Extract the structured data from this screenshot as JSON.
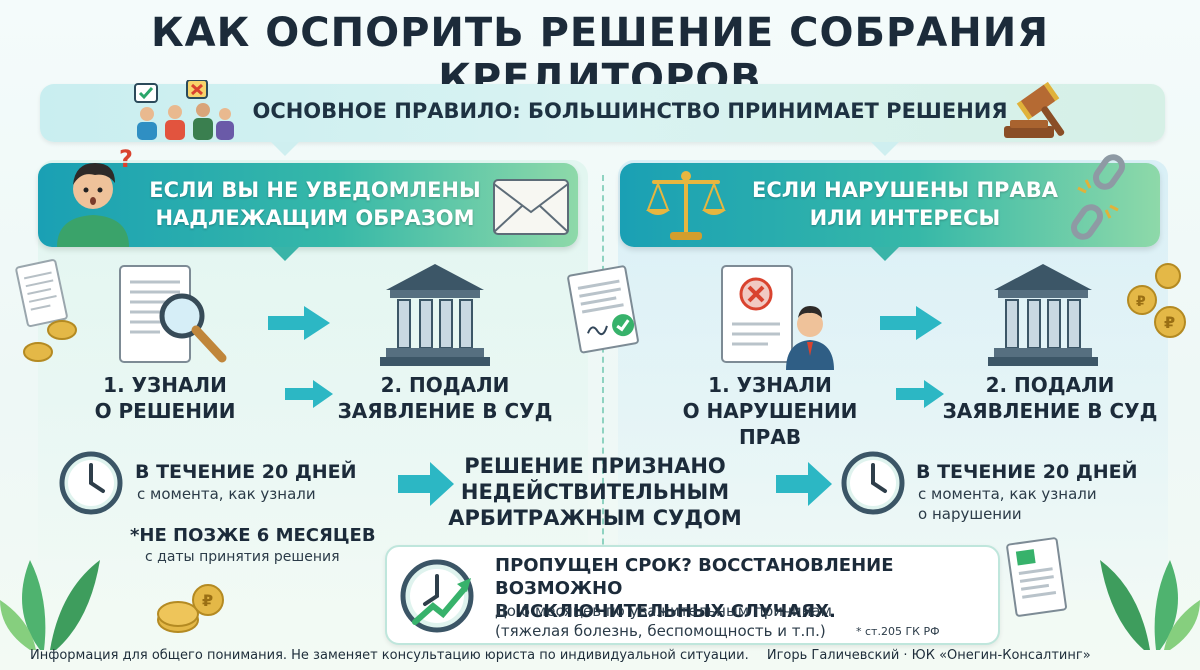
{
  "title": "КАК ОСПОРИТЬ РЕШЕНИЕ СОБРАНИЯ КРЕДИТОРОВ",
  "rule": "ОСНОВНОЕ ПРАВИЛО: БОЛЬШИНСТВО ПРИНИМАЕТ РЕШЕНИЯ",
  "left": {
    "banner_line1": "ЕСЛИ ВЫ НЕ УВЕДОМЛЕНЫ",
    "banner_line2": "НАДЛЕЖАЩИМ ОБРАЗОМ",
    "step1_line1": "1. УЗНАЛИ",
    "step1_line2": "О РЕШЕНИИ",
    "step2_line1": "2. ПОДАЛИ",
    "step2_line2": "ЗАЯВЛЕНИЕ В СУД",
    "deadline_title": "В ТЕЧЕНИЕ 20 ДНЕЙ",
    "deadline_sub": "с момента, как узнали",
    "limit_title": "*НЕ ПОЗЖЕ 6 МЕСЯЦЕВ",
    "limit_sub": "с даты принятия решения"
  },
  "right": {
    "banner_line1": "ЕСЛИ НАРУШЕНЫ ПРАВА",
    "banner_line2": "ИЛИ ИНТЕРЕСЫ",
    "step1_line1": "1. УЗНАЛИ",
    "step1_line2": "О НАРУШЕНИИ ПРАВ",
    "step2_line1": "2. ПОДАЛИ",
    "step2_line2": "ЗАЯВЛЕНИЕ В СУД",
    "deadline_title": "В ТЕЧЕНИЕ 20 ДНЕЙ",
    "deadline_sub1": "с момента, как узнали",
    "deadline_sub2": "о нарушении"
  },
  "result": {
    "line1": "РЕШЕНИЕ ПРИЗНАНО",
    "line2": "НЕДЕЙСТВИТЕЛЬНЫМ",
    "line3": "АРБИТРАЖНЫМ СУДОМ"
  },
  "note": {
    "title1": "ПРОПУЩЕН СРОК? ВОССТАНОВЛЕНИЕ ВОЗМОЖНО",
    "title2": "В ИСКЛЮЧИТЕЛЬНЫХ СЛУЧАЯХ.",
    "text1": "До 6 месяцев по уважительным причинам",
    "text2": "(тяжелая болезнь, беспомощность и т.п.)",
    "ref": "* ст.205 ГК РФ"
  },
  "footer": {
    "disclaimer": "Информация для общего понимания. Не заменяет консультацию юриста по индивидуальной ситуации.",
    "author": "Игорь Галичевский · ЮК «Онегин-Консалтинг»"
  },
  "colors": {
    "teal": "#1aa0b4",
    "green": "#36b8a8",
    "arrow": "#2cb7c4",
    "gold": "#e0b23a"
  }
}
